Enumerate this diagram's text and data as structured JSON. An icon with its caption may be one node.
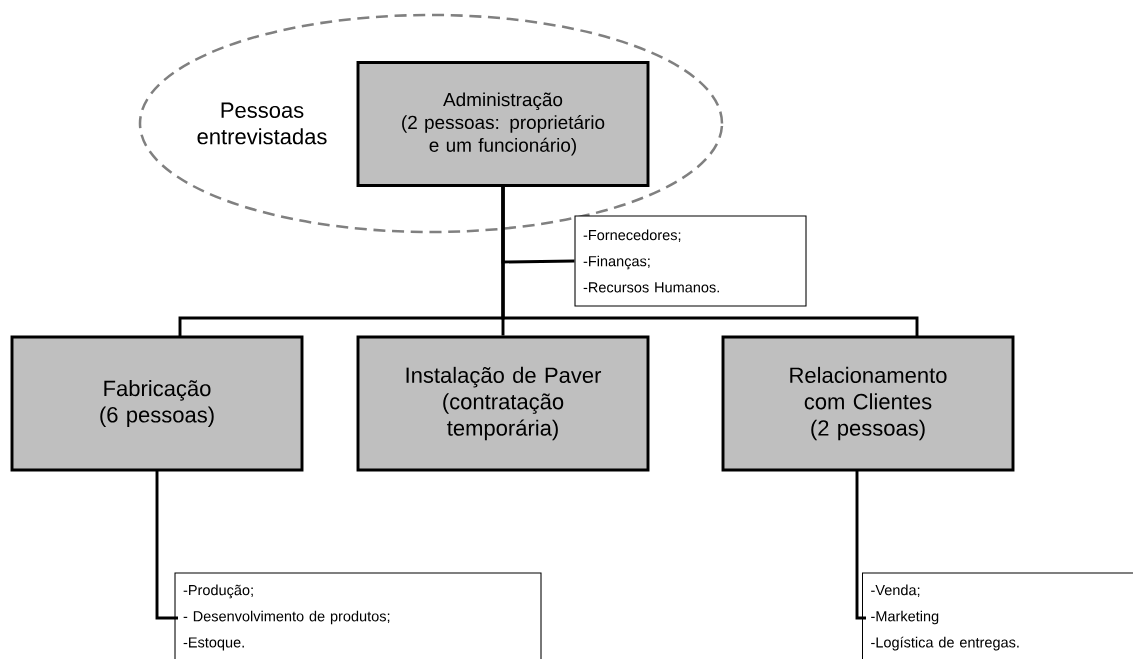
{
  "diagram": {
    "nodes": [
      {
        "text": [
          "Pessoas entrevistadas"
        ]
      },
      {
        "text": [
          "Administração",
          "(2 pessoas: proprietário e um funcionário)"
        ],
        "in": 0
      },
      {
        "text": [
          "-Fornecedores;",
          "-Finanças;",
          "-Recursos Humanos."
        ]
      },
      {
        "text": [
          "Fabricação",
          "(6 pessoas)"
        ]
      },
      {
        "text": [
          "Instalação de Paver",
          "(contratação temporária)"
        ]
      },
      {
        "text": [
          "Relacionamento com Clientes",
          "(2 pessoas)"
        ]
      },
      {
        "text": [
          "-Produção;",
          "- Desenvolvimento de produtos;",
          "-Estoque."
        ]
      },
      {
        "text": [
          "-Venda;",
          "-Marketing",
          "-Logística de entregas."
        ]
      }
    ],
    "edges": [
      {
        "from": 1,
        "to": 2,
        "arrow": "none"
      },
      {
        "from": 1,
        "to": 3,
        "arrow": "none"
      },
      {
        "from": 1,
        "to": 4,
        "arrow": "none"
      },
      {
        "from": 1,
        "to": 5,
        "arrow": "none"
      },
      {
        "from": 3,
        "to": 6,
        "arrow": "none"
      },
      {
        "from": 5,
        "to": 7,
        "arrow": "none"
      }
    ]
  }
}
